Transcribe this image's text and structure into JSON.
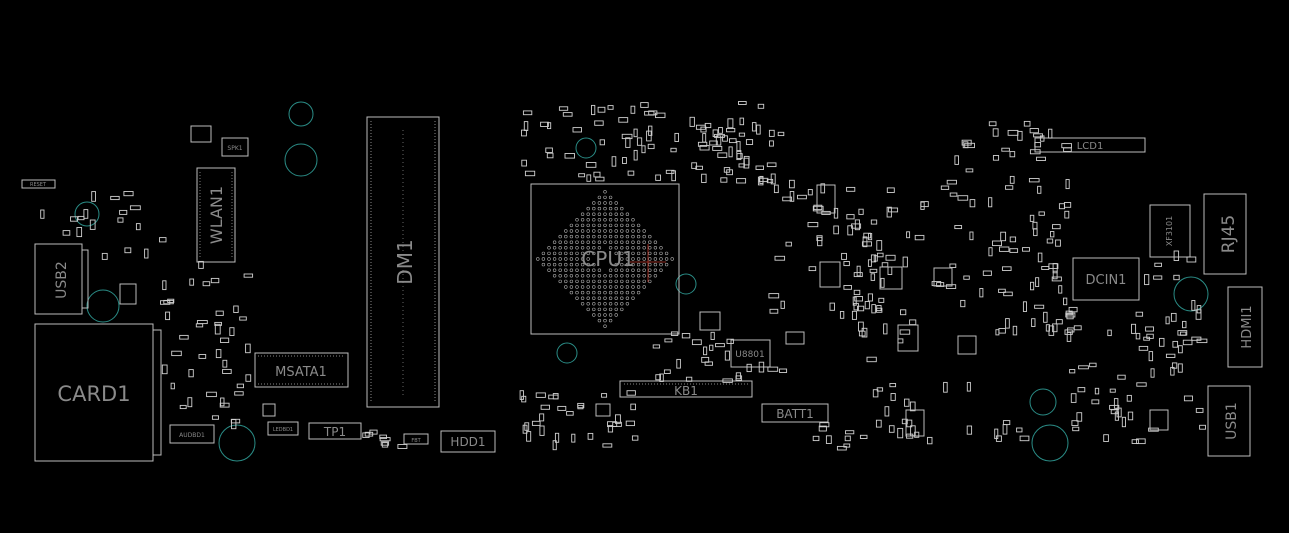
{
  "board": {
    "background": "#000000",
    "outline_color": "#bdbdbd",
    "label_color": "#8a8a8a",
    "mounting_hole_color": "#2a8c86"
  },
  "labels": {
    "card1": "CARD1",
    "usb2": "USB2",
    "wlan1": "WLAN1",
    "dm1": "DM1",
    "msata1": "MSATA1",
    "tp1": "TP1",
    "hdd1": "HDD1",
    "spk1": "SPK1",
    "reset": "RESET",
    "audbd1": "AUDBD1",
    "ledbd1": "LEDBD1",
    "fbt": "FBT",
    "cpu1": "CPU1",
    "kb1": "KB1",
    "u8801": "U8801",
    "batt1": "BATT1",
    "lcd1": "LCD1",
    "dcin1": "DCIN1",
    "xf3101": "XF3101",
    "rj45": "RJ45",
    "hdmi1": "HDMI1",
    "usb1": "USB1"
  }
}
